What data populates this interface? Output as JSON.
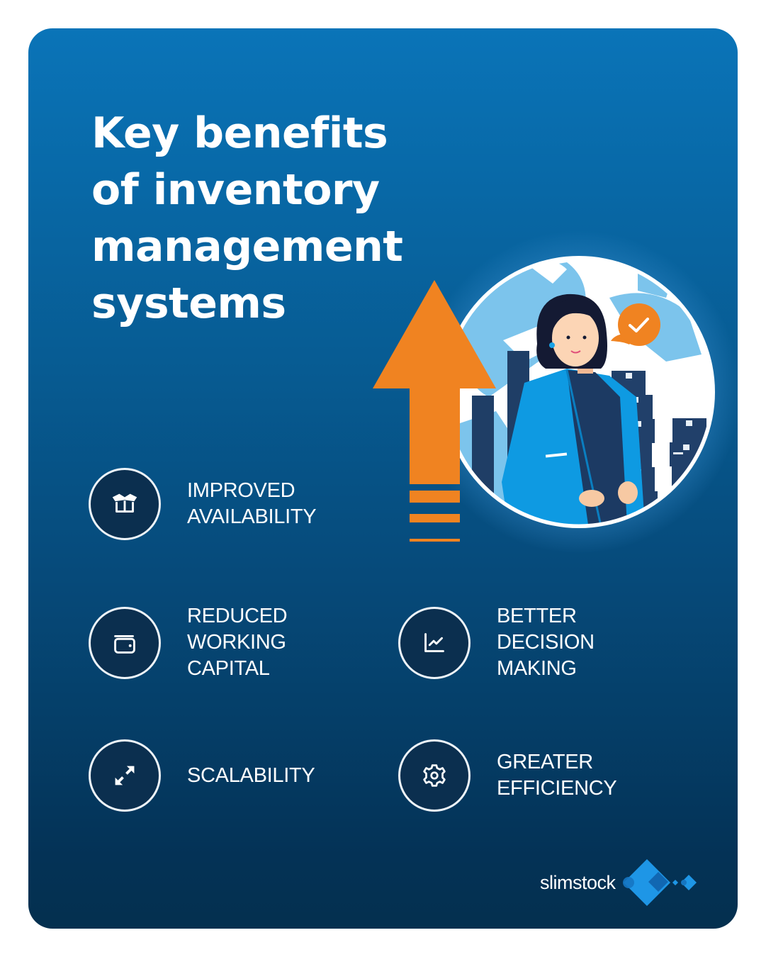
{
  "title": {
    "lines": [
      "Key benefits",
      "of inventory",
      "management",
      "systems"
    ]
  },
  "benefits": [
    {
      "id": "improved-availability",
      "icon": "open-box-icon",
      "lines": [
        "IMPROVED",
        "AVAILABILITY"
      ]
    },
    {
      "id": "reduced-working-capital",
      "icon": "wallet-icon",
      "lines": [
        "REDUCED",
        "WORKING",
        "CAPITAL"
      ]
    },
    {
      "id": "better-decision-making",
      "icon": "line-chart-icon",
      "lines": [
        "BETTER",
        "DECISION",
        "MAKING"
      ]
    },
    {
      "id": "scalability",
      "icon": "expand-arrows-icon",
      "lines": [
        "SCALABILITY"
      ]
    },
    {
      "id": "greater-efficiency",
      "icon": "gear-icon",
      "lines": [
        "GREATER",
        "EFFICIENCY"
      ]
    }
  ],
  "illustration": {
    "description": "Businesswoman in blue blazer in front of a globe with stacked boxes, orange up arrow, orange checkmark speech bubble"
  },
  "brand": {
    "name": "slimstock"
  },
  "colors": {
    "card_top": "#0A74B8",
    "card_bottom": "#04304F",
    "icon_circle_fill": "#0B2F4F",
    "accent_orange": "#F08321",
    "text": "#FFFFFF",
    "logo_blue": "#1E96E6"
  }
}
